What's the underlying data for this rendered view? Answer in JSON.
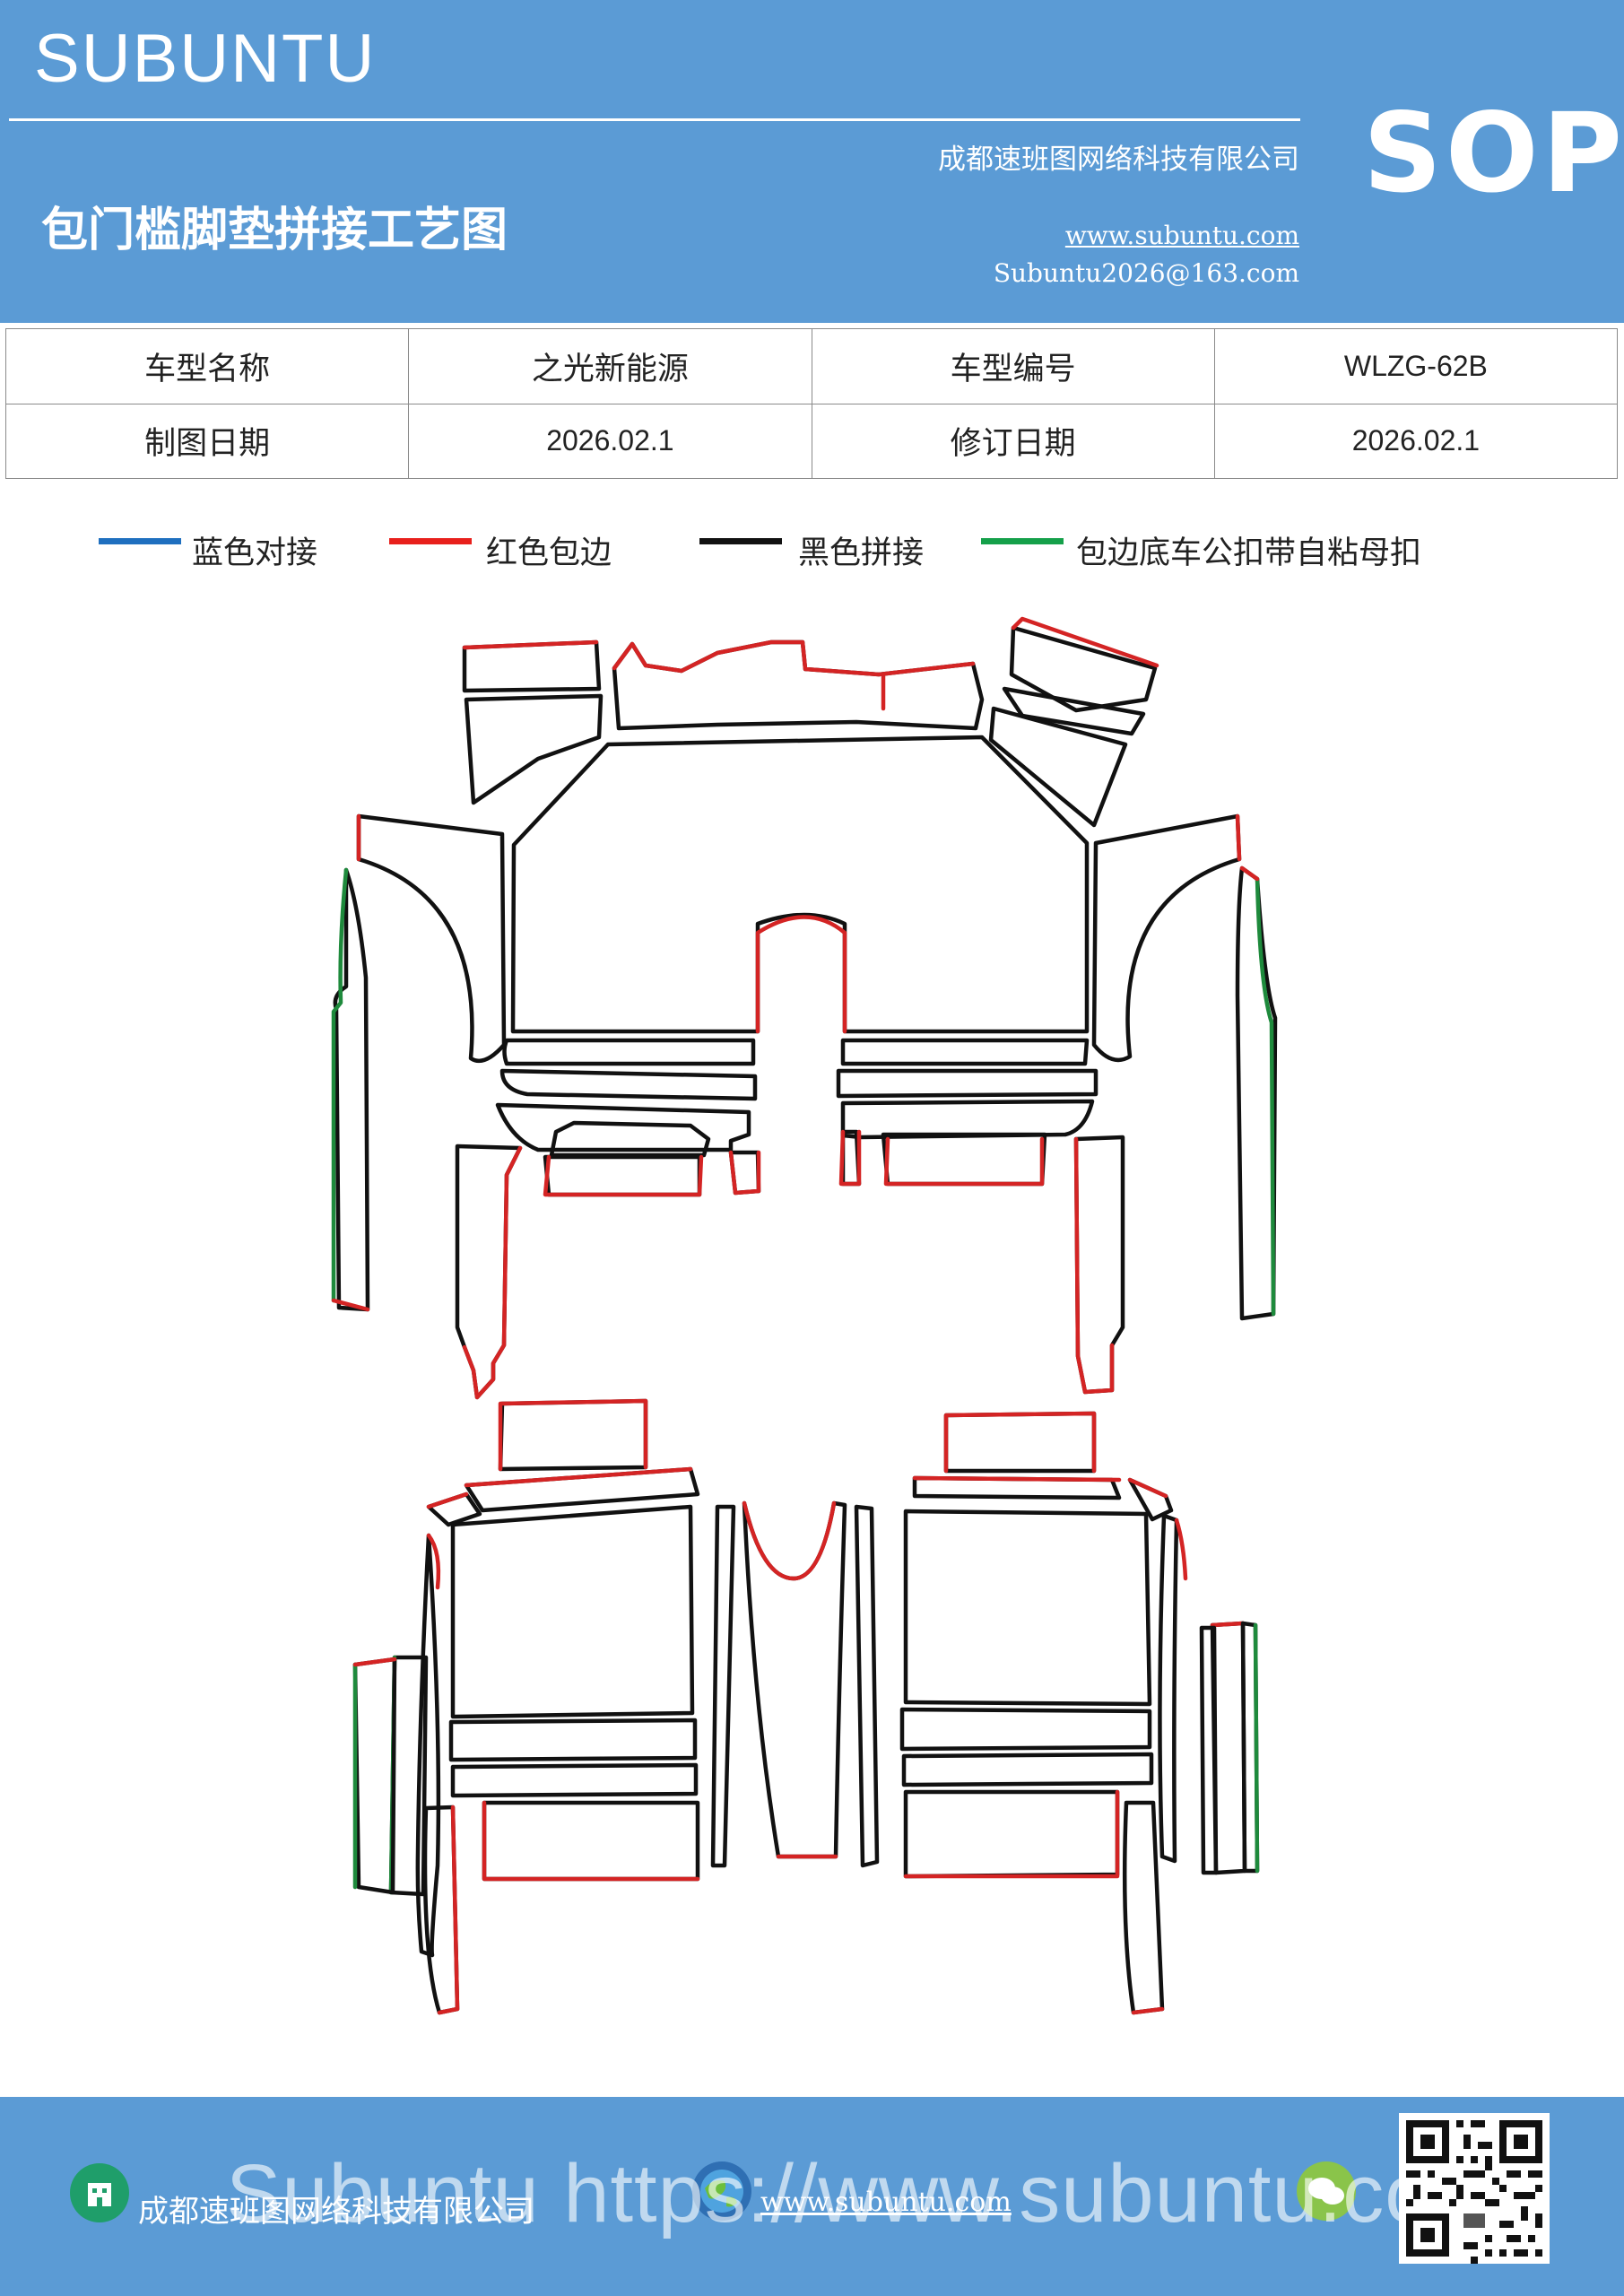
{
  "header": {
    "brand": "SUBUNTU",
    "badge": "SOP",
    "company": "成都速班图网络科技有限公司",
    "website": "www.subuntu.com",
    "email": "Subuntu2026@163.com",
    "title": "包门槛脚垫拼接工艺图"
  },
  "info_table": {
    "rows": [
      [
        "车型名称",
        "之光新能源",
        "车型编号",
        "WLZG-62B"
      ],
      [
        "制图日期",
        "2026.02.1",
        "修订日期",
        "2026.02.1"
      ]
    ]
  },
  "legend": [
    {
      "label": "蓝色对接",
      "color": "#1f6fbf"
    },
    {
      "label": "红色包边",
      "color": "#e8201c"
    },
    {
      "label": "黑色拼接",
      "color": "#111111"
    },
    {
      "label": "包边底车公扣带自粘母扣",
      "color": "#15a04a"
    }
  ],
  "footer": {
    "company": "成都速班图网络科技有限公司",
    "website": "www.subuntu.com",
    "watermark": "Subuntu https://www.subuntu.com",
    "icons": [
      "building-icon",
      "globe-icon",
      "wechat-icon",
      "qr-code"
    ]
  }
}
